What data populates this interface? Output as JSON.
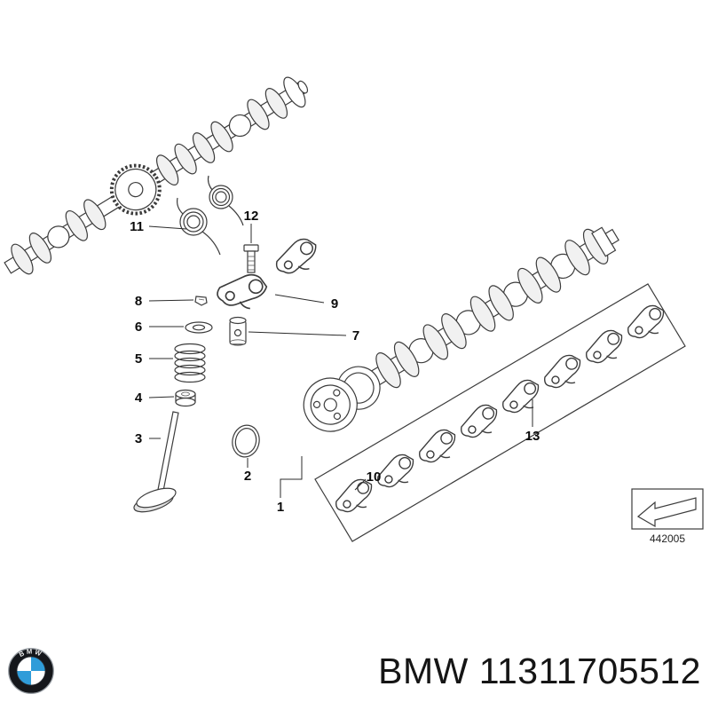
{
  "page": {
    "background": "#ffffff",
    "line_color": "#3c3c3c",
    "text_color": "#111111"
  },
  "diagram": {
    "callouts": [
      {
        "label": "1"
      },
      {
        "label": "2"
      },
      {
        "label": "3"
      },
      {
        "label": "4"
      },
      {
        "label": "5"
      },
      {
        "label": "6"
      },
      {
        "label": "7"
      },
      {
        "label": "8"
      },
      {
        "label": "9"
      },
      {
        "label": "10"
      },
      {
        "label": "11"
      },
      {
        "label": "12"
      },
      {
        "label": "13"
      }
    ],
    "ref_code": "442005"
  },
  "icons": {
    "ref_arrow": "direction-arrow-icon",
    "logo": "bmw-roundel-icon"
  },
  "footer": {
    "brand": "BMW",
    "part_number": "11311705512",
    "logo_text": "BMW"
  },
  "colors": {
    "bmw_blue": "#2f9cd9",
    "bmw_ring": "#15171b"
  }
}
